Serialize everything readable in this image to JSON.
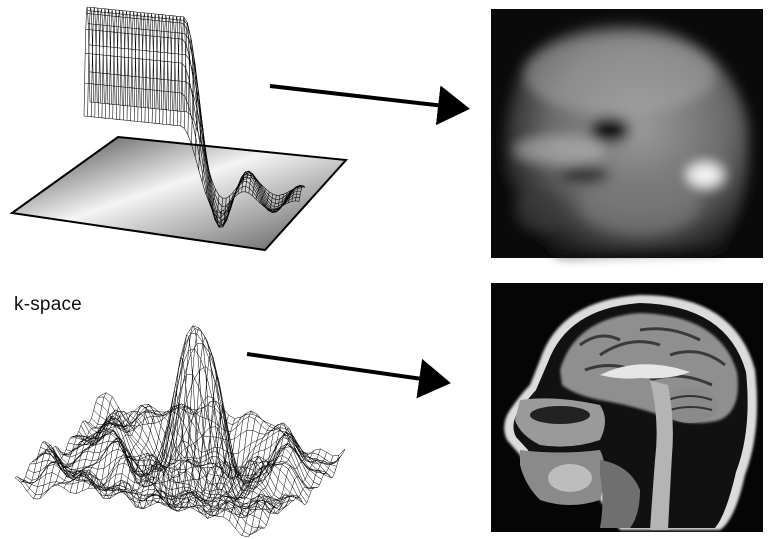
{
  "figure": {
    "label": "k-space",
    "colors": {
      "background": "#ffffff",
      "mesh_line": "#000000",
      "plane_light": "#f4f4f4",
      "plane_dark": "#3a3a3a",
      "image_background": "#000000",
      "arrow": "#000000"
    },
    "panels": [
      {
        "name": "low-frequency-kspace",
        "kind": "wireframe-sinc-surface-on-plane",
        "result_image": "blurry-sagittal-head-mri"
      },
      {
        "name": "full-kspace",
        "kind": "wireframe-3d-surface",
        "result_image": "sharp-sagittal-head-mri"
      }
    ]
  }
}
